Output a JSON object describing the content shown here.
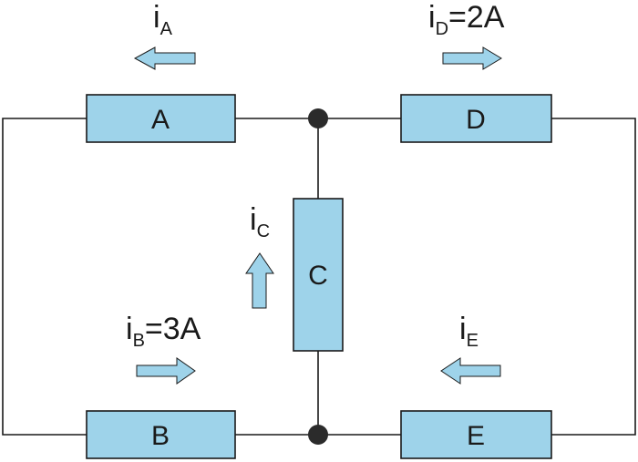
{
  "colors": {
    "element_fill": "#9ed3ea",
    "arrow_fill": "#9ed3ea",
    "wire": "#1a1a1a",
    "node": "#2b2b2b"
  },
  "elements": [
    {
      "id": "A",
      "label": "A"
    },
    {
      "id": "B",
      "label": "B"
    },
    {
      "id": "C",
      "label": "C"
    },
    {
      "id": "D",
      "label": "D"
    },
    {
      "id": "E",
      "label": "E"
    }
  ],
  "currents": [
    {
      "id": "A",
      "symbol": "i",
      "sub": "A",
      "value": "",
      "direction": "left"
    },
    {
      "id": "B",
      "symbol": "i",
      "sub": "B",
      "value": "=3A",
      "direction": "right"
    },
    {
      "id": "C",
      "symbol": "i",
      "sub": "C",
      "value": "",
      "direction": "up"
    },
    {
      "id": "D",
      "symbol": "i",
      "sub": "D",
      "value": "=2A",
      "direction": "right"
    },
    {
      "id": "E",
      "symbol": "i",
      "sub": "E",
      "value": "",
      "direction": "left"
    }
  ]
}
